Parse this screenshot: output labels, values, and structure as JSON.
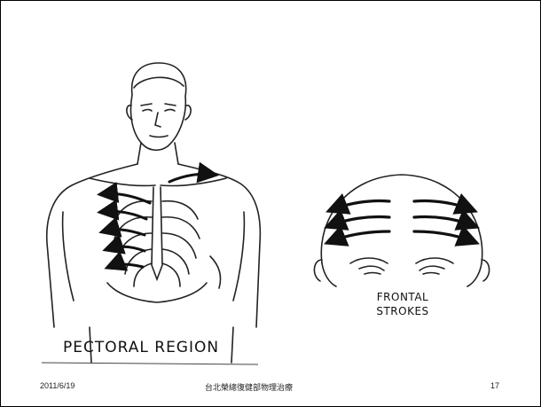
{
  "slide": {
    "figures": {
      "pectoral": {
        "caption": "PECTORAL REGION",
        "illustration": "chest-massage-stroke-illustration"
      },
      "frontal": {
        "caption_line1": "FRONTAL",
        "caption_line2": "STROKES",
        "illustration": "forehead-massage-stroke-illustration"
      }
    },
    "footer": {
      "date": "2011/6/19",
      "center_text": "台北榮總復健部物理治療",
      "page_number": "17"
    }
  }
}
